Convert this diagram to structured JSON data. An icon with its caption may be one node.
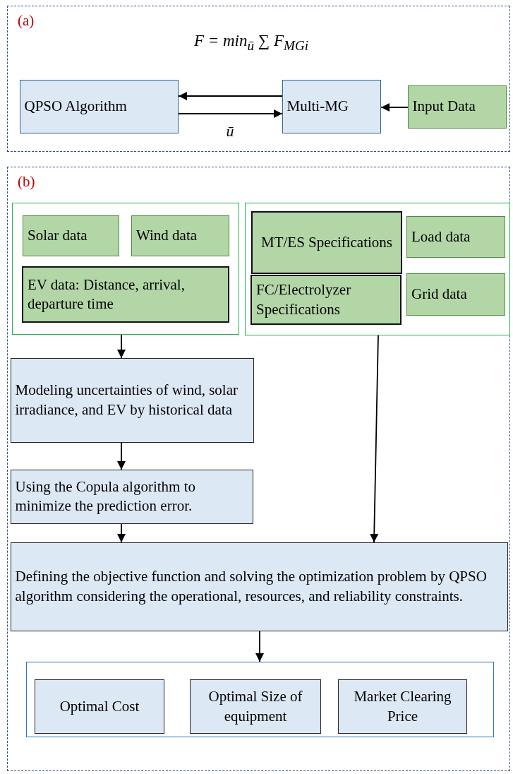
{
  "diagram": {
    "nodes": [
      {
        "text": [
          "(a)"
        ]
      },
      {
        "text": [
          "QPSO Algorithm"
        ],
        "in": 0
      },
      {
        "text": [
          "Multi-MG"
        ],
        "in": 0
      },
      {
        "text": [
          "Input Data"
        ],
        "in": 0
      },
      {
        "text": [
          "(b)"
        ]
      },
      {
        "text": [],
        "shape": "box",
        "in": 4
      },
      {
        "text": [
          "Solar data"
        ],
        "in": 5
      },
      {
        "text": [
          "Wind data"
        ],
        "in": 5
      },
      {
        "text": [
          "EV data: Distance, arrival, departure time"
        ],
        "in": 5
      },
      {
        "text": [],
        "shape": "box",
        "in": 4
      },
      {
        "text": [
          "MT/ES Specifications"
        ],
        "in": 9
      },
      {
        "text": [
          "Load data"
        ],
        "in": 9
      },
      {
        "text": [
          "FC/Electrolyzer Specifications"
        ],
        "in": 9
      },
      {
        "text": [
          "Grid data"
        ],
        "in": 9
      },
      {
        "text": [
          "Modeling uncertainties of  wind, solar irradiance, and EV by historical data"
        ],
        "in": 4
      },
      {
        "text": [
          "Using the Copula algorithm to minimize the prediction error."
        ],
        "in": 4
      },
      {
        "text": [
          "Defining the objective function and solving the optimization problem by QPSO algorithm considering the operational, resources, and reliability constraints."
        ],
        "in": 4
      },
      {
        "text": [],
        "shape": "box",
        "in": 4
      },
      {
        "text": [
          "Optimal Cost"
        ],
        "in": 17
      },
      {
        "text": [
          "Optimal Size of equipment"
        ],
        "in": 17
      },
      {
        "text": [
          "Market Clearing Price"
        ],
        "in": 17
      }
    ],
    "edges": [
      {
        "from": 2,
        "to": 1,
        "arrow": "to"
      },
      {
        "from": 1,
        "to": 2,
        "arrow": "to",
        "label": "ū"
      },
      {
        "from": 3,
        "to": 2,
        "arrow": "to"
      },
      {
        "from": 5,
        "to": 14,
        "arrow": "to"
      },
      {
        "from": 14,
        "to": 15,
        "arrow": "to"
      },
      {
        "from": 15,
        "to": 16,
        "arrow": "to"
      },
      {
        "from": 9,
        "to": 16,
        "arrow": "to"
      },
      {
        "from": 16,
        "to": 17,
        "arrow": "to"
      }
    ],
    "labels": [
      "F = min$_{ū}$ ∑ F$_{MGi}$"
    ]
  }
}
